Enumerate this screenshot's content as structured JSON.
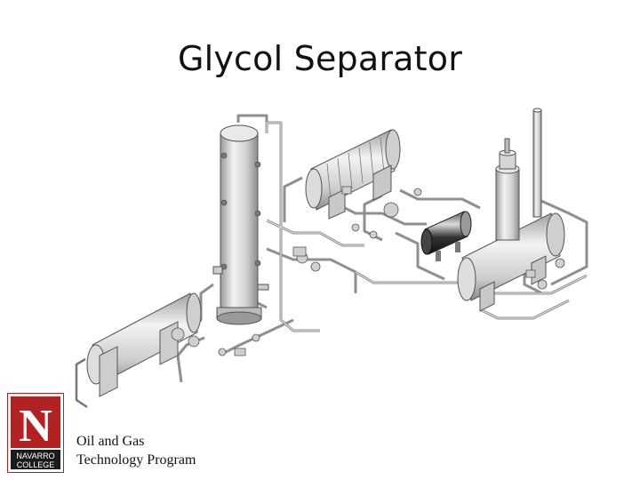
{
  "title": "Glycol Separator",
  "logo": {
    "letter": "N",
    "line1": "NAVARRO",
    "line2": "COLLEGE",
    "color_red": "#b22222",
    "color_dark": "#1a1a1a"
  },
  "caption": {
    "line1": "Oil and Gas",
    "line2": "Technology Program"
  }
}
